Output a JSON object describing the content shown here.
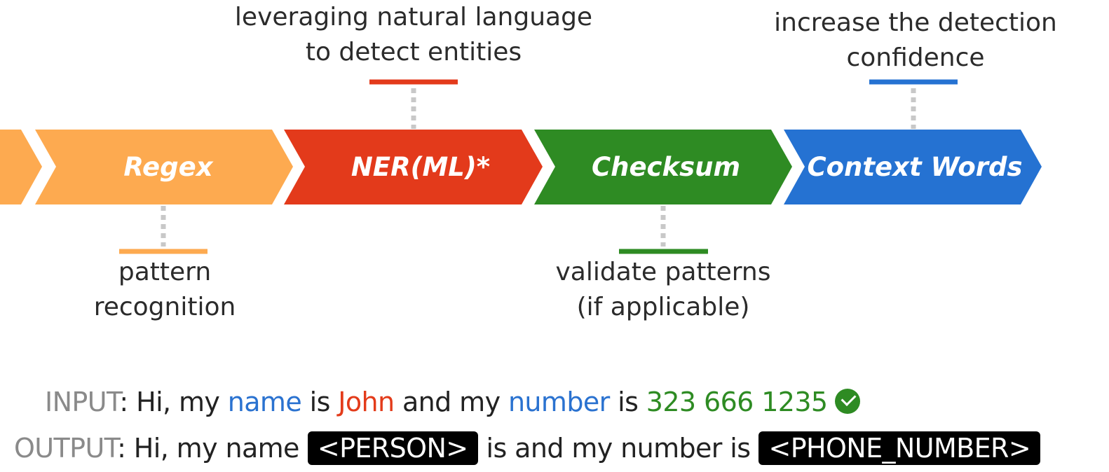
{
  "stages": [
    {
      "label": "",
      "color": "#fdaa50"
    },
    {
      "label": "Regex",
      "color": "#fdaa50"
    },
    {
      "label": "NER(ML)*",
      "color": "#e33a1b"
    },
    {
      "label": "Checksum",
      "color": "#2e8b23"
    },
    {
      "label": "Context Words",
      "color": "#2572d2"
    }
  ],
  "captions": {
    "regex": {
      "line1": "pattern",
      "line2": "recognition"
    },
    "ner": {
      "line1": "leveraging natural language",
      "line2": "to detect entities"
    },
    "checksum": {
      "line1": "validate patterns",
      "line2": "(if applicable)"
    },
    "context": {
      "line1": "increase the detection",
      "line2": "confidence"
    }
  },
  "connector_color": "#c8c8c8",
  "input": {
    "tag": "INPUT",
    "colon": ":",
    "t1": " Hi, my ",
    "w_name": "name",
    "t2": " is ",
    "w_john": "John",
    "t3": " and my ",
    "w_number": "number",
    "t4": " is ",
    "w_phone": "323 666 1235",
    "check_icon": "check-circle-icon"
  },
  "output": {
    "tag": "OUTPUT",
    "colon": ":",
    "t1": " Hi, my name",
    "person_tag": "<PERSON>",
    "t2": "is and my number is",
    "phone_tag": "<PHONE_NUMBER>"
  }
}
